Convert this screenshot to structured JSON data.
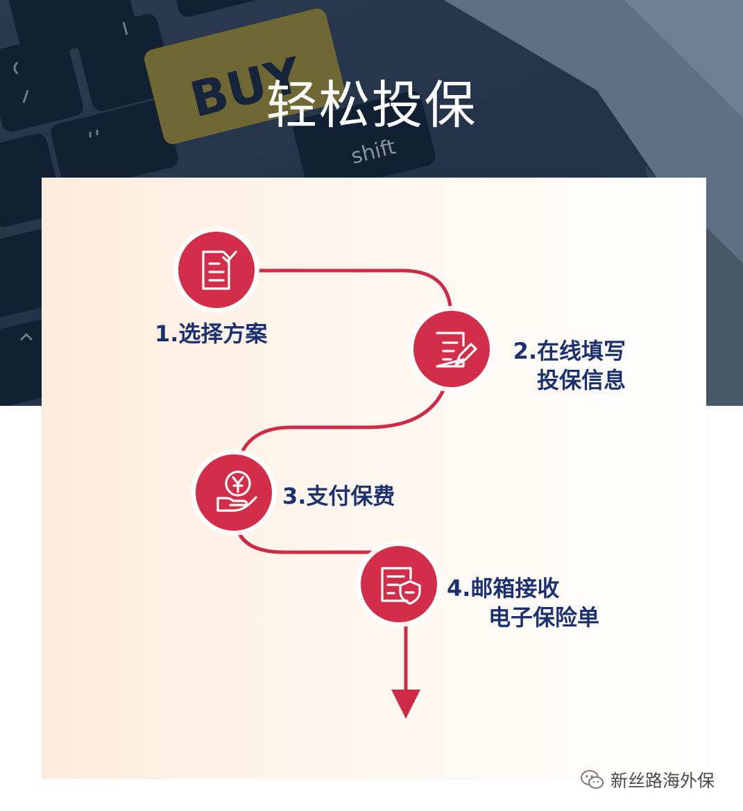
{
  "hero": {
    "title": "轻松投保",
    "key_buy": "BUY",
    "key_shift": "shift"
  },
  "steps": [
    {
      "icon": "checklist-icon",
      "line1": "1.选择方案"
    },
    {
      "icon": "edit-form-icon",
      "line1": "2.在线填写",
      "line2": "投保信息"
    },
    {
      "icon": "yuan-payment-icon",
      "line1": "3.支付保费"
    },
    {
      "icon": "insurance-policy-icon",
      "line1": "4.邮箱接收",
      "line2": "电子保险单"
    }
  ],
  "footer": {
    "account": "新丝路海外保"
  },
  "colors": {
    "accent": "#d22e4a",
    "text": "#1c3270",
    "hero_bg": "#2b3b50"
  }
}
